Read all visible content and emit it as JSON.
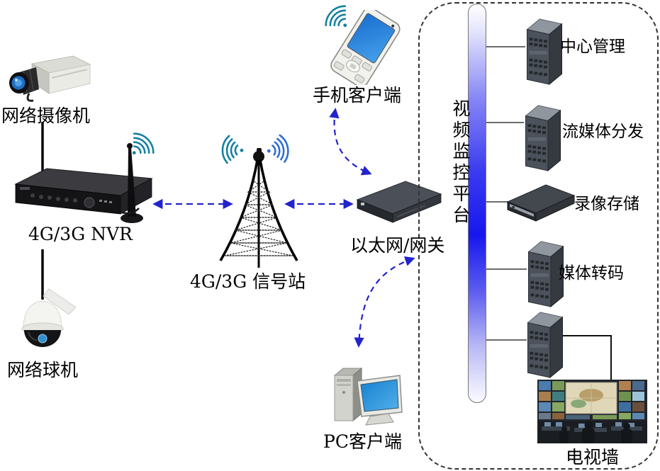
{
  "diagram": {
    "nodes": {
      "network_camera": "网络摄像机",
      "nvr": "4G/3G NVR",
      "dome_camera": "网络球机",
      "signal_tower": "4G/3G 信号站",
      "mobile_client": "手机客户端",
      "gateway": "以太网/网关",
      "pc_client": "PC客户端"
    },
    "platform": {
      "label": "视频监控平台",
      "servers": [
        {
          "label": "中心管理"
        },
        {
          "label": "流媒体分发"
        },
        {
          "label": "录像存储"
        },
        {
          "label": "媒体转码"
        }
      ],
      "tv_wall": "电视墙"
    },
    "colors": {
      "arrow_blue": "#2323cc",
      "wifi_teal": "#17809f",
      "wifi_blue": "#2f6fd0",
      "platform_blue": "#1717ee",
      "dashed_border": "#333333"
    }
  }
}
